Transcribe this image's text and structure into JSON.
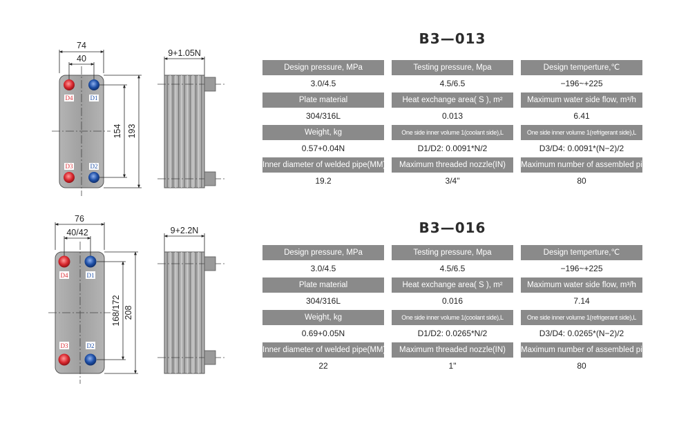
{
  "colors": {
    "header_bg": "#8a8a8a",
    "plate": "#a4a4a4",
    "hot_port": "#d9282f",
    "cold_port": "#1e4fa6"
  },
  "products": [
    {
      "model": "B3—013",
      "drawing": {
        "width": "74",
        "port_pitch": "40",
        "port_spacing": "154",
        "height": "193",
        "thickness": "9+1.05N",
        "ports": {
          "top_left": "D4",
          "top_right": "D1",
          "bottom_left": "D3",
          "bottom_right": "D2"
        }
      },
      "specs": [
        [
          {
            "label": "Design pressure, MPa",
            "value": "3.0/4.5"
          },
          {
            "label": "Testing pressure, Mpa",
            "value": "4.5/6.5"
          },
          {
            "label": "Design temperture,℃",
            "value": "−196~+225"
          }
        ],
        [
          {
            "label": "Plate material",
            "value": "304/316L"
          },
          {
            "label": "Heat exchange area( S ), m²",
            "value": "0.013"
          },
          {
            "label": "Maximum water side flow, m³/h",
            "value": "6.41"
          }
        ],
        [
          {
            "label": "Weight, kg",
            "value": "0.57+0.04N"
          },
          {
            "label": "One side inner volume 1(coolant side),L",
            "value": "D1/D2:   0.0091*N/2"
          },
          {
            "label": "One side inner volume 1(refrigerant side),L",
            "value": "D3/D4:   0.0091*(N−2)/2"
          }
        ],
        [
          {
            "label": "Inner diameter of welded pipe(MM)",
            "value": "19.2"
          },
          {
            "label": "Maximum threaded nozzle(IN)",
            "value": "3/4\""
          },
          {
            "label": "Maximum number of assembled pieces",
            "value": "80"
          }
        ]
      ]
    },
    {
      "model": "B3—016",
      "drawing": {
        "width": "76",
        "port_pitch": "40/42",
        "port_spacing": "168/172",
        "height": "208",
        "thickness": "9+2.2N",
        "ports": {
          "top_left": "D4",
          "top_right": "D1",
          "bottom_left": "D3",
          "bottom_right": "D2"
        }
      },
      "specs": [
        [
          {
            "label": "Design pressure, MPa",
            "value": "3.0/4.5"
          },
          {
            "label": "Testing pressure, Mpa",
            "value": "4.5/6.5"
          },
          {
            "label": "Design temperture,℃",
            "value": "−196~+225"
          }
        ],
        [
          {
            "label": "Plate material",
            "value": "304/316L"
          },
          {
            "label": "Heat exchange area( S ), m²",
            "value": "0.016"
          },
          {
            "label": "Maximum water side flow, m³/h",
            "value": "7.14"
          }
        ],
        [
          {
            "label": "Weight, kg",
            "value": "0.69+0.05N"
          },
          {
            "label": "One side inner volume 1(coolant side),L",
            "value": "D1/D2:   0.0265*N/2"
          },
          {
            "label": "One side inner volume 1(refrigerant side),L",
            "value": "D3/D4:   0.0265*(N−2)/2"
          }
        ],
        [
          {
            "label": "Inner diameter of welded pipe(MM)",
            "value": "22"
          },
          {
            "label": "Maximum threaded nozzle(IN)",
            "value": "1\""
          },
          {
            "label": "Maximum number of assembled pieces",
            "value": "80"
          }
        ]
      ]
    }
  ]
}
